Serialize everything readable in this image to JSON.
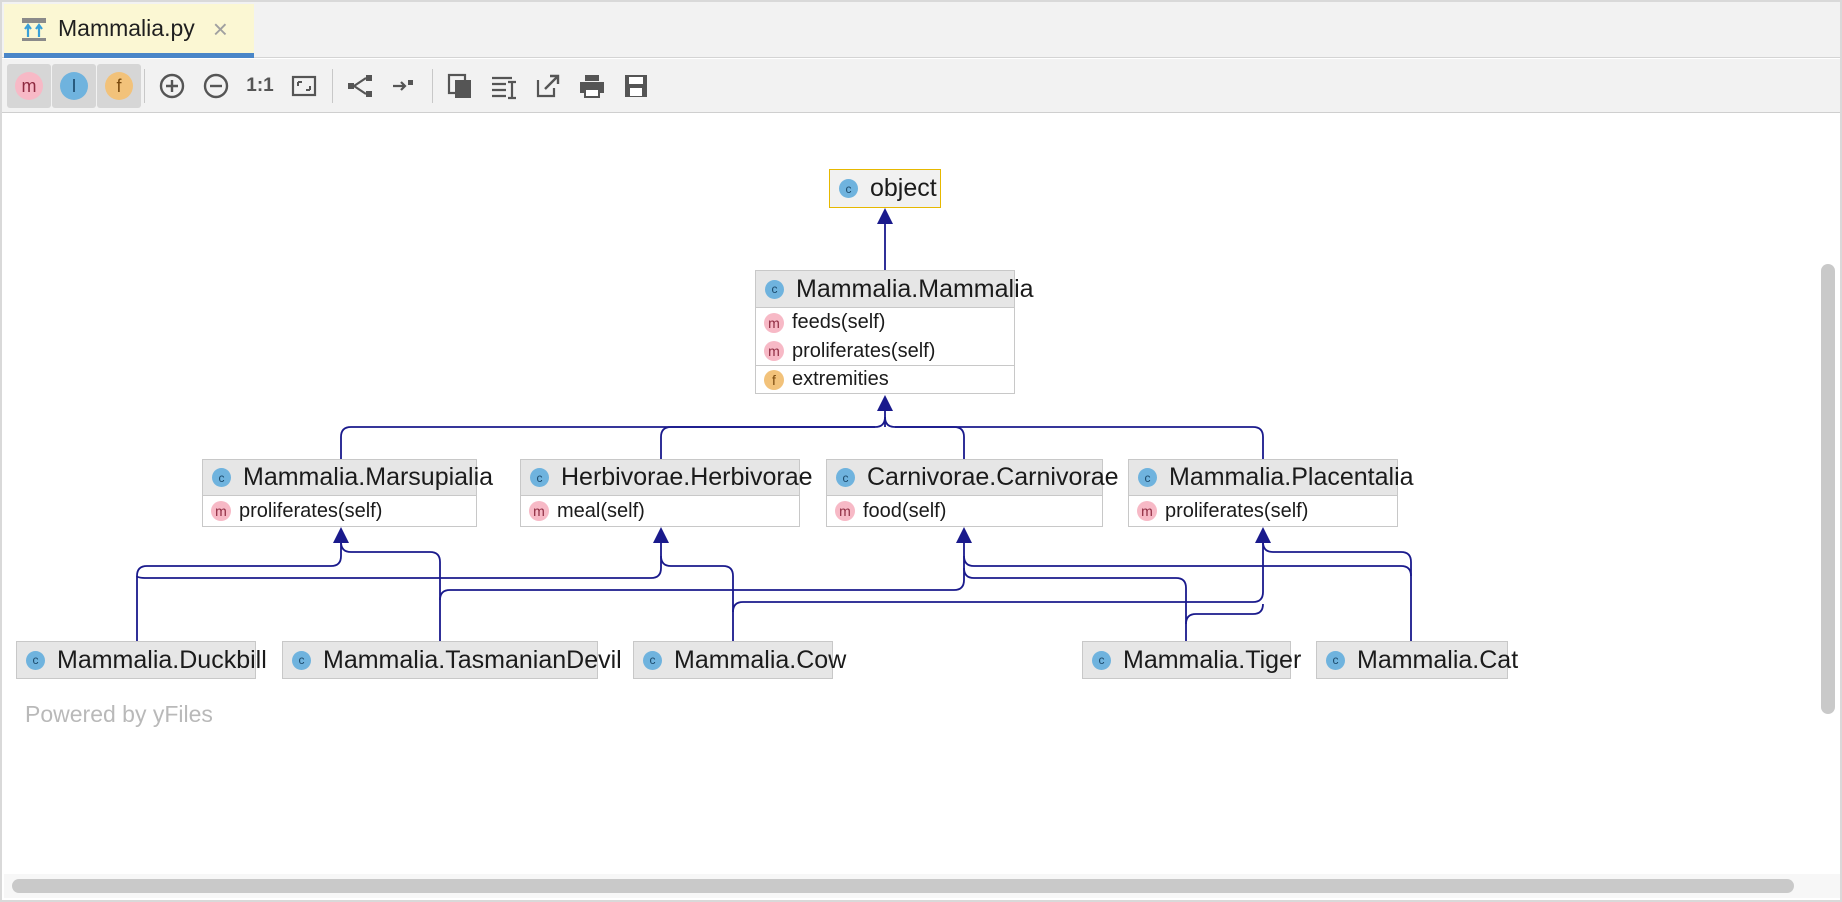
{
  "tab": {
    "label": "Mammalia.py",
    "close": "×"
  },
  "toolbar": {
    "toggles": [
      {
        "glyph": "m",
        "color": "#f7b9c6",
        "name": "show-methods-toggle"
      },
      {
        "glyph": "I",
        "color": "#6fb3de",
        "name": "show-info-toggle"
      },
      {
        "glyph": "f",
        "color": "#f2c27a",
        "name": "show-fields-toggle"
      }
    ],
    "zoom_actual_label": "1:1"
  },
  "nodes": {
    "object": {
      "title": "object",
      "icon": "c"
    },
    "mammalia": {
      "title": "Mammalia.Mammalia",
      "icon": "c",
      "methods": [
        "feeds(self)",
        "proliferates(self)"
      ],
      "fields": [
        "extremities"
      ]
    },
    "marsupialia": {
      "title": "Mammalia.Marsupialia",
      "icon": "c",
      "methods": [
        "proliferates(self)"
      ]
    },
    "herbivorae": {
      "title": "Herbivorae.Herbivorae",
      "icon": "c",
      "methods": [
        "meal(self)"
      ]
    },
    "carnivorae": {
      "title": "Carnivorae.Carnivorae",
      "icon": "c",
      "methods": [
        "food(self)"
      ]
    },
    "placentalia": {
      "title": "Mammalia.Placentalia",
      "icon": "c",
      "methods": [
        "proliferates(self)"
      ]
    },
    "duckbill": {
      "title": "Mammalia.Duckbill",
      "icon": "c"
    },
    "tasmanian": {
      "title": "Mammalia.TasmanianDevil",
      "icon": "c"
    },
    "cow": {
      "title": "Mammalia.Cow",
      "icon": "c"
    },
    "tiger": {
      "title": "Mammalia.Tiger",
      "icon": "c"
    },
    "cat": {
      "title": "Mammalia.Cat",
      "icon": "c"
    }
  },
  "method_glyph": "m",
  "field_glyph": "f",
  "footer": {
    "powered_by": "Powered by yFiles"
  },
  "colors": {
    "edge": "#1a1a8c",
    "selected_border": "#e6b800",
    "tab_underline": "#4a86c8",
    "tab_bg": "#fbf7d3"
  }
}
